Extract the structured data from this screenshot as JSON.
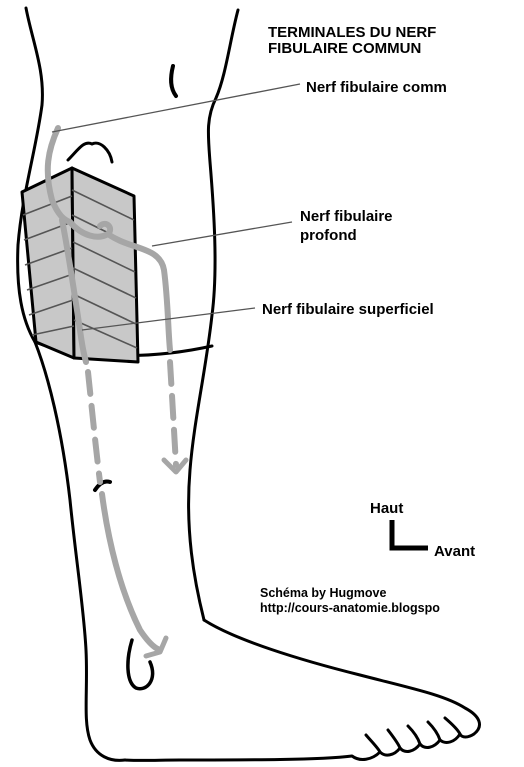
{
  "title": {
    "line1": "TERMINALES DU NERF",
    "line2": "FIBULAIRE COMMUN"
  },
  "labels": {
    "common_nerve": "Nerf fibulaire comm",
    "deep_nerve_line1": "Nerf fibulaire",
    "deep_nerve_line2": "profond",
    "superficial_nerve": "Nerf fibulaire superficiel"
  },
  "orientation": {
    "up": "Haut",
    "front": "Avant"
  },
  "credit": {
    "line1": "Schéma by Hugmove",
    "line2": "http://cours-anatomie.blogspo"
  },
  "colors": {
    "outline": "#000000",
    "nerve": "#a6a6a6",
    "muscle_fill": "#c8c8c8",
    "background": "#ffffff"
  }
}
